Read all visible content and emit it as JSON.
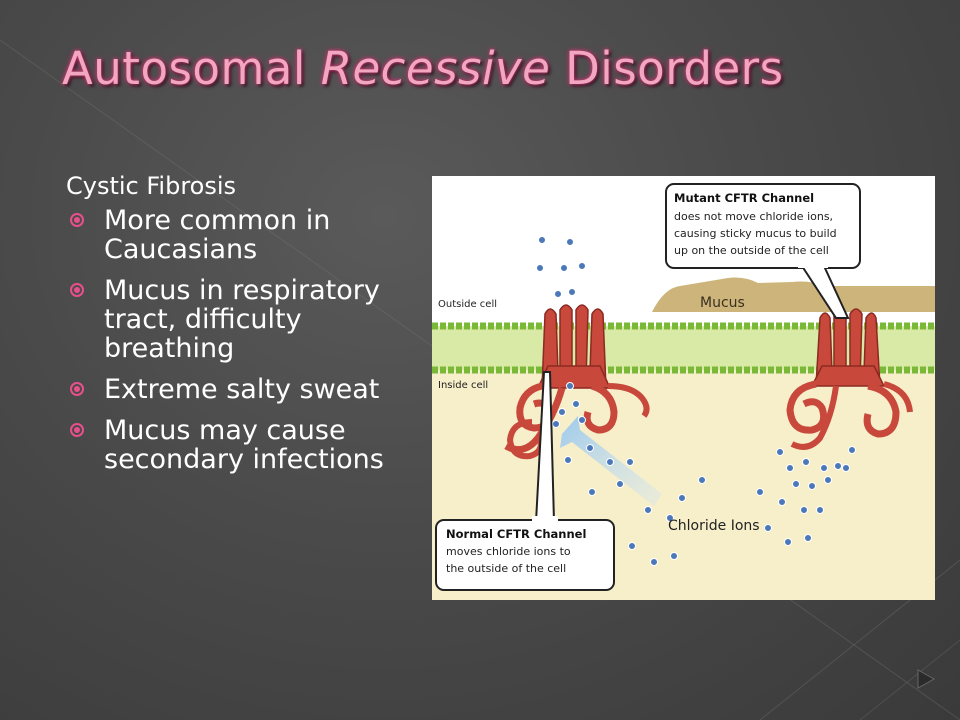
{
  "slide": {
    "title_part1": "Autosomal ",
    "title_part2": "Recessive",
    "title_part3": " Disorders"
  },
  "content": {
    "heading": "Cystic Fibrosis",
    "bullets": [
      "More common in Caucasians",
      "Mucus in respiratory tract, difficulty breathing",
      "Extreme salty sweat",
      "Mucus may cause secondary infections"
    ]
  },
  "diagram": {
    "label_outside": "Outside cell",
    "label_inside": "Inside cell",
    "label_mucus": "Mucus",
    "label_chloride": "Chloride Ions",
    "normal_title": "Normal CFTR Channel",
    "normal_line1": "moves chloride ions to",
    "normal_line2": "the outside of the cell",
    "mutant_title": "Mutant CFTR Channel",
    "mutant_line1": "does not move chloride ions,",
    "mutant_line2": "causing sticky mucus to build",
    "mutant_line3": "up on the outside of the cell"
  },
  "colors": {
    "title": "#f2a6c0",
    "bullet": "#e8508c",
    "membrane": "#7ab838",
    "protein": "#c8483c",
    "mucus": "#cdb47a",
    "ion": "#4a78b8"
  },
  "icons": [
    "bullet-icon",
    "next-arrow-icon"
  ]
}
